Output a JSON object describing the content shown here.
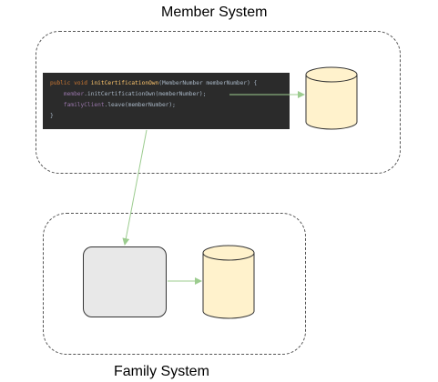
{
  "member_system": {
    "title": "Member System",
    "code": {
      "line1": {
        "kw1": "public",
        "kw2": "void",
        "method": "initCertificationOwn",
        "params": "(MemberNumber memberNumber) {"
      },
      "line2": {
        "field": "member",
        "call": ".initCertificationOwn(memberNumber);"
      },
      "line3": {
        "field": "familyClient",
        "call": ".leave(memberNumber);"
      },
      "line4": {
        "text": "}"
      }
    }
  },
  "family_system": {
    "title": "Family System"
  },
  "colors": {
    "database_fill": "#fff2cc",
    "database_stroke": "#333333",
    "arrow": "#9ccc8f",
    "service_fill": "#e8e8e8",
    "code_background": "#2b2b2b"
  }
}
